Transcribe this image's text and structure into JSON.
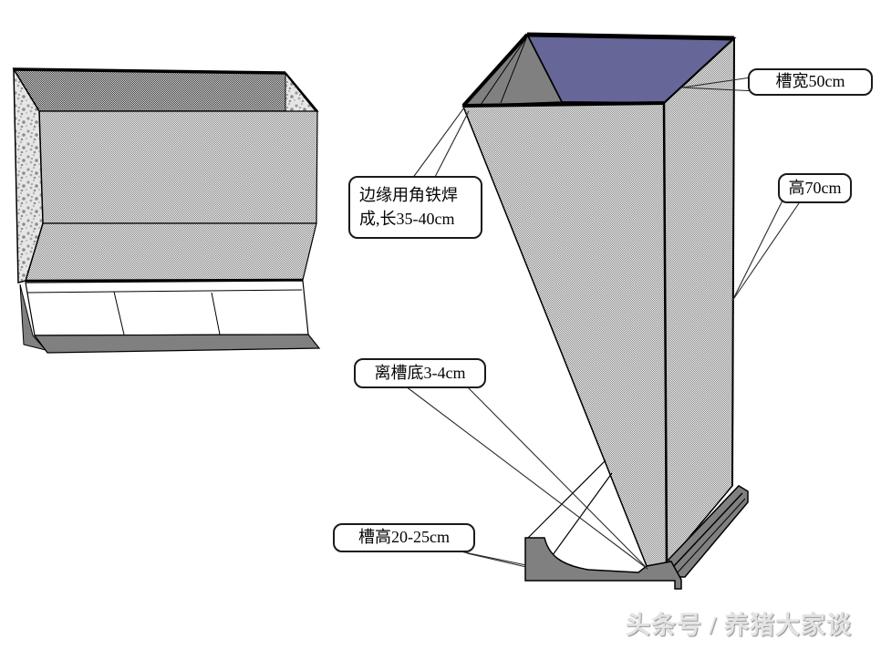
{
  "canvas": {
    "background": "#ffffff"
  },
  "annotations": {
    "slot_width": "槽宽50cm",
    "height": "高70cm",
    "edge_line1": "边缘用角铁焊",
    "edge_line2": "成,长35-40cm",
    "gap_bottom": "离槽底3-4cm",
    "trough_height": "槽高20-25cm"
  },
  "watermark": {
    "text": "头条号 / 养猪大家谈"
  },
  "colors": {
    "hopper_top": "#666699",
    "metal_gray": "#808080",
    "outline": "#000000"
  }
}
